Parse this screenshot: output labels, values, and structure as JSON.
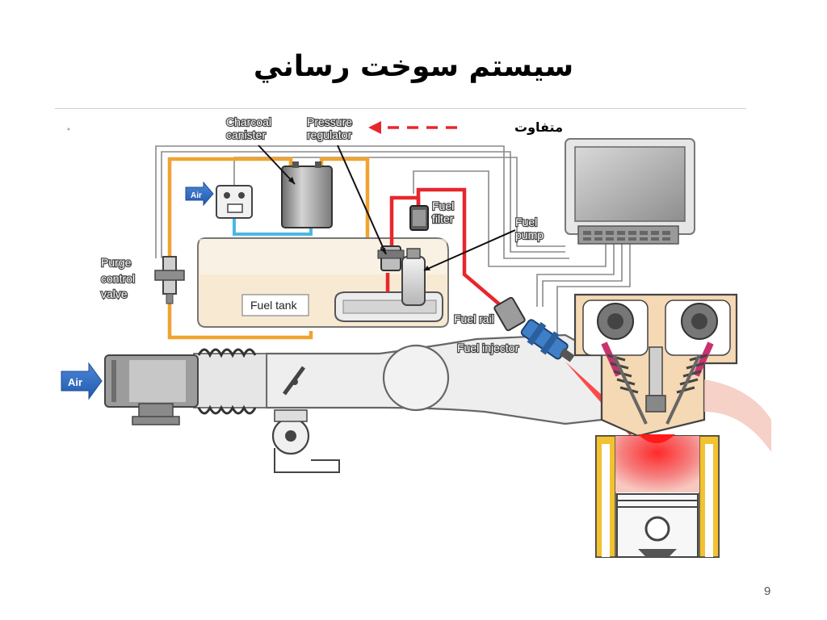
{
  "slide": {
    "title": "سيستم سوخت رساني",
    "page_number": "9"
  },
  "annotation": {
    "text": "متفاوت",
    "arrow_color": "#e8262d"
  },
  "labels": {
    "charcoal_canister": [
      "Charcoal",
      "canister"
    ],
    "pressure_regulator": [
      "Pressure",
      "regulator"
    ],
    "fuel_filter": [
      "Fuel",
      "filter"
    ],
    "fuel_pump": [
      "Fuel",
      "pump"
    ],
    "purge_control_valve": [
      "Purge",
      "control",
      "valve"
    ],
    "fuel_tank": "Fuel tank",
    "fuel_rail": "Fuel rail",
    "fuel_injector": "Fuel injector",
    "air_small": "Air",
    "air_main": "Air"
  },
  "colors": {
    "fuel_line": "#e8262d",
    "vapor_line": "#f0a330",
    "return_line": "#49b8e6",
    "wire": "#8a8a8a",
    "air_badge": "#2f6fc7",
    "tank_fill": "#f7e9d2",
    "engine_block": "#f5d8b4",
    "cylinder_liner": "#f2c230"
  }
}
